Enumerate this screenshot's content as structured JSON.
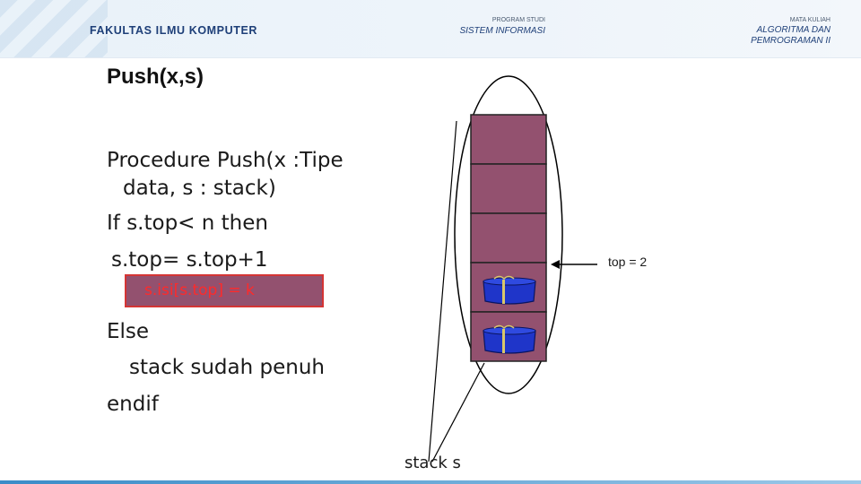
{
  "header": {
    "faculty": "FAKULTAS ILMU KOMPUTER",
    "program_label": "PROGRAM STUDI",
    "program_value": "SISTEM INFORMASI",
    "course_label": "MATA KULIAH",
    "course_line1": "ALGORITMA DAN",
    "course_line2": "PEMROGRAMAN II"
  },
  "slide": {
    "title": "Push(x,s)",
    "code": {
      "line1": "Procedure Push(x :Tipe",
      "line2": "data, s : stack)",
      "line3": "If s.top< n then",
      "line4": "s.top= s.top+1",
      "highlight": "s.isi[s.top] = k",
      "line5": "Else",
      "line6": "stack sudah penuh",
      "line7": "endif"
    },
    "diagram": {
      "stack_label": "stack s",
      "top_label": "top = 2",
      "cell_color": "#93516f",
      "box_color": "#1f35c9"
    }
  }
}
